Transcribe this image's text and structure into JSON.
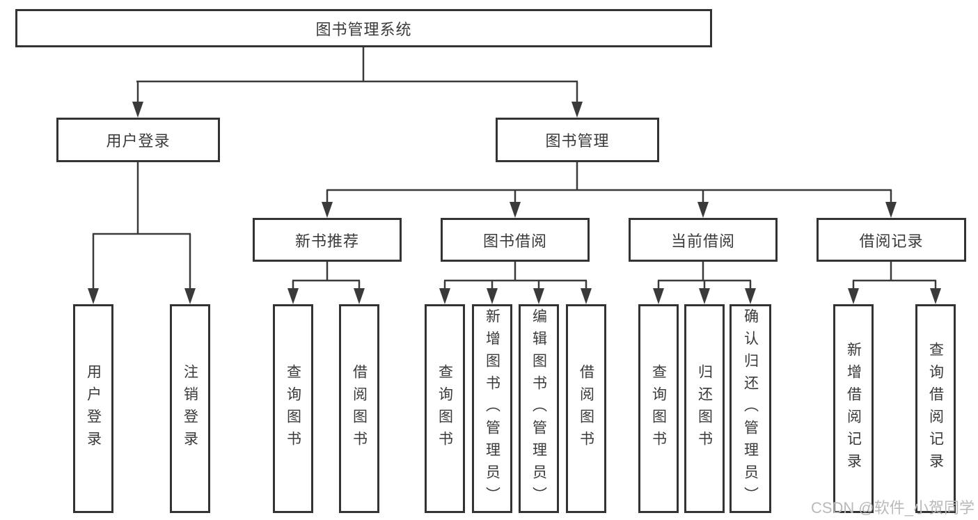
{
  "diagram_type": "hierarchy-tree",
  "tree": {
    "root": {
      "label": "图书管理系统",
      "children": [
        {
          "label": "用户登录",
          "children": [
            {
              "label": "用户登录"
            },
            {
              "label": "注销登录"
            }
          ]
        },
        {
          "label": "图书管理",
          "children": [
            {
              "label": "新书推荐",
              "children": [
                {
                  "label": "查询图书"
                },
                {
                  "label": "借阅图书"
                }
              ]
            },
            {
              "label": "图书借阅",
              "children": [
                {
                  "label": "查询图书"
                },
                {
                  "label": "新增图书（管理员）"
                },
                {
                  "label": "编辑图书（管理员）"
                },
                {
                  "label": "借阅图书"
                }
              ]
            },
            {
              "label": "当前借阅",
              "children": [
                {
                  "label": "查询图书"
                },
                {
                  "label": "归还图书"
                },
                {
                  "label": "确认归还（管理员）"
                }
              ]
            },
            {
              "label": "借阅记录",
              "children": [
                {
                  "label": "新增借阅记录"
                },
                {
                  "label": "查询借阅记录"
                }
              ]
            }
          ]
        }
      ]
    }
  },
  "watermark": {
    "text": "CSDN @软件_小贺同学"
  },
  "colors": {
    "line": "#3a3a3a",
    "box_border": "#333333",
    "text": "#3a3a3a",
    "background": "#ffffff",
    "watermark": "#b9b9b9"
  }
}
